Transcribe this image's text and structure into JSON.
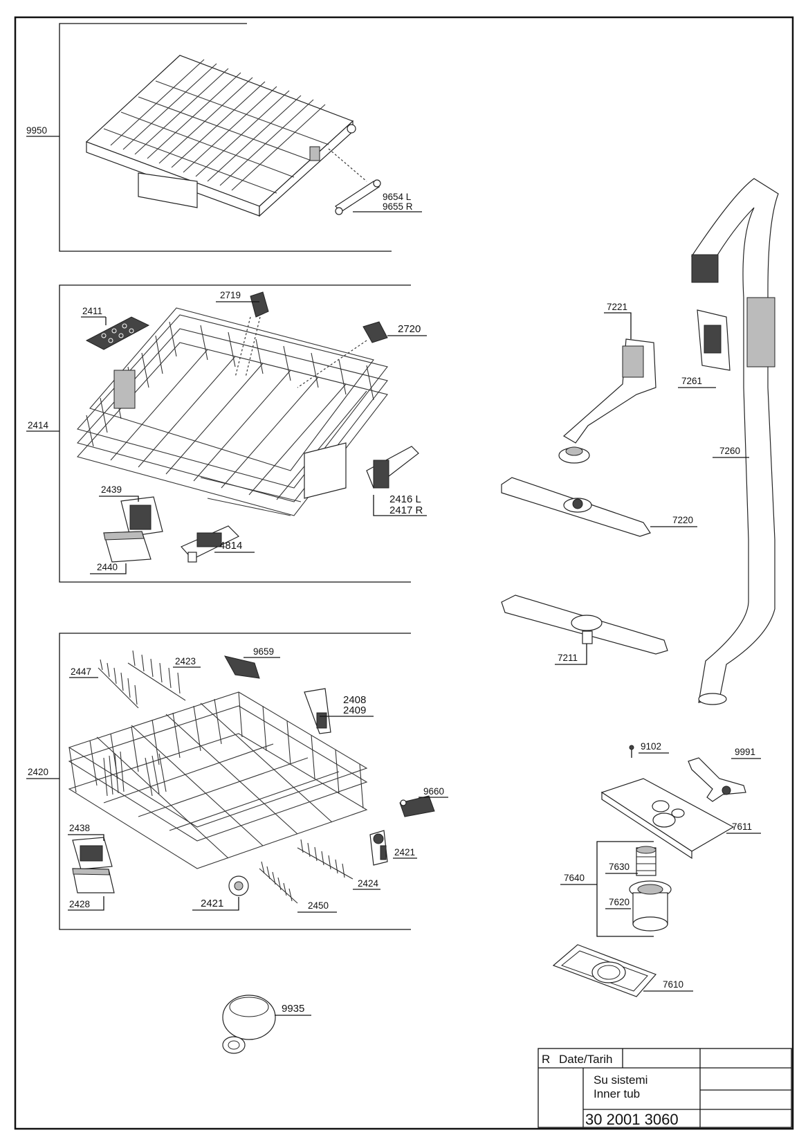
{
  "labels": {
    "p9950": "9950",
    "p9654": "9654 L",
    "p9655": "9655 R",
    "p2719": "2719",
    "p2411": "2411",
    "p2720": "2720",
    "p2414": "2414",
    "p2416": "2416 L",
    "p2417": "2417 R",
    "p2439": "2439",
    "p4814": "4814",
    "p2440": "2440",
    "p9659": "9659",
    "p2423": "2423",
    "p2447": "2447",
    "p2408": "2408",
    "p2409": "2409",
    "p2420": "2420",
    "p9660": "9660",
    "p2438": "2438",
    "p2421a": "2421",
    "p2421b": "2421",
    "p2424": "2424",
    "p2428": "2428",
    "p2450": "2450",
    "p9935": "9935",
    "p7221": "7221",
    "p7261": "7261",
    "p7260": "7260",
    "p7220": "7220",
    "p7211": "7211",
    "p9102": "9102",
    "p9991": "9991",
    "p7611": "7611",
    "p7640": "7640",
    "p7630": "7630",
    "p7620": "7620",
    "p7610": "7610"
  },
  "title_block": {
    "rev": "R",
    "date_label": "Date/Tarih",
    "name_tr": "Su sistemi",
    "name_en": "Inner tub",
    "drawing_no": "30 2001 3060"
  }
}
